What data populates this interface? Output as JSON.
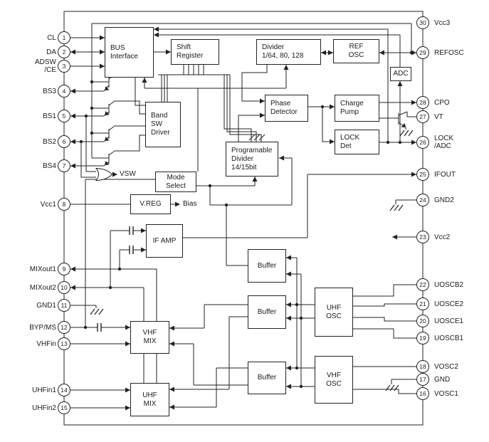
{
  "pins": {
    "left": [
      {
        "num": "1",
        "label": "CL"
      },
      {
        "num": "2",
        "label": "DA"
      },
      {
        "num": "3",
        "label": "ADSW\n/CE"
      },
      {
        "num": "4",
        "label": "BS3"
      },
      {
        "num": "5",
        "label": "BS1"
      },
      {
        "num": "6",
        "label": "BS2"
      },
      {
        "num": "7",
        "label": "BS4"
      },
      {
        "num": "8",
        "label": "Vcc1"
      },
      {
        "num": "9",
        "label": "MIXout1"
      },
      {
        "num": "10",
        "label": "MIXout2"
      },
      {
        "num": "11",
        "label": "GND1"
      },
      {
        "num": "12",
        "label": "BYP/MS"
      },
      {
        "num": "13",
        "label": "VHFin"
      },
      {
        "num": "14",
        "label": "UHFin1"
      },
      {
        "num": "15",
        "label": "UHFin2"
      }
    ],
    "right": [
      {
        "num": "30",
        "label": "Vcc3"
      },
      {
        "num": "29",
        "label": "REFOSC"
      },
      {
        "num": "28",
        "label": "CPO"
      },
      {
        "num": "27",
        "label": "VT"
      },
      {
        "num": "26",
        "label": "LOCK\n/ADC"
      },
      {
        "num": "25",
        "label": "IFOUT"
      },
      {
        "num": "24",
        "label": "GND2"
      },
      {
        "num": "23",
        "label": "Vcc2"
      },
      {
        "num": "22",
        "label": "UOSCB2"
      },
      {
        "num": "21",
        "label": "UOSCE2"
      },
      {
        "num": "20",
        "label": "UOSCE1"
      },
      {
        "num": "19",
        "label": "UOSCB1"
      },
      {
        "num": "18",
        "label": "VOSC2"
      },
      {
        "num": "17",
        "label": "GND"
      },
      {
        "num": "16",
        "label": "VOSC1"
      }
    ]
  },
  "blocks": [
    {
      "id": "bus_interface",
      "label": "BUS\nInterface"
    },
    {
      "id": "shift_register",
      "label": "Shift\nRegister"
    },
    {
      "id": "divider",
      "label": "Divider\n1/64, 80, 128"
    },
    {
      "id": "ref_osc",
      "label": "REF\nOSC"
    },
    {
      "id": "adc",
      "label": "ADC"
    },
    {
      "id": "phase_detector",
      "label": "Phase\nDetector"
    },
    {
      "id": "charge_pump",
      "label": "Charge\nPump"
    },
    {
      "id": "lock_det",
      "label": "LOCK\nDet"
    },
    {
      "id": "band_sw_driver",
      "label": "Band\nSW\nDriver"
    },
    {
      "id": "prog_divider",
      "label": "Programable\nDivider\n14/15bit"
    },
    {
      "id": "mode_select",
      "label": "Mode\nSelect"
    },
    {
      "id": "vreg",
      "label": "V.REG"
    },
    {
      "id": "if_amp",
      "label": "IF AMP"
    },
    {
      "id": "vhf_mix",
      "label": "VHF\nMIX"
    },
    {
      "id": "uhf_mix",
      "label": "UHF\nMIX"
    },
    {
      "id": "buffer_1",
      "label": "Buffer"
    },
    {
      "id": "buffer_2",
      "label": "Buffer"
    },
    {
      "id": "buffer_3",
      "label": "Buffer"
    },
    {
      "id": "uhf_osc",
      "label": "UHF\nOSC"
    },
    {
      "id": "vhf_osc",
      "label": "VHF\nOSC"
    }
  ],
  "annotations": {
    "vsw": "VSW",
    "bias": "Bias"
  },
  "colors": {
    "wire": "#222222",
    "background": "#ffffff"
  }
}
